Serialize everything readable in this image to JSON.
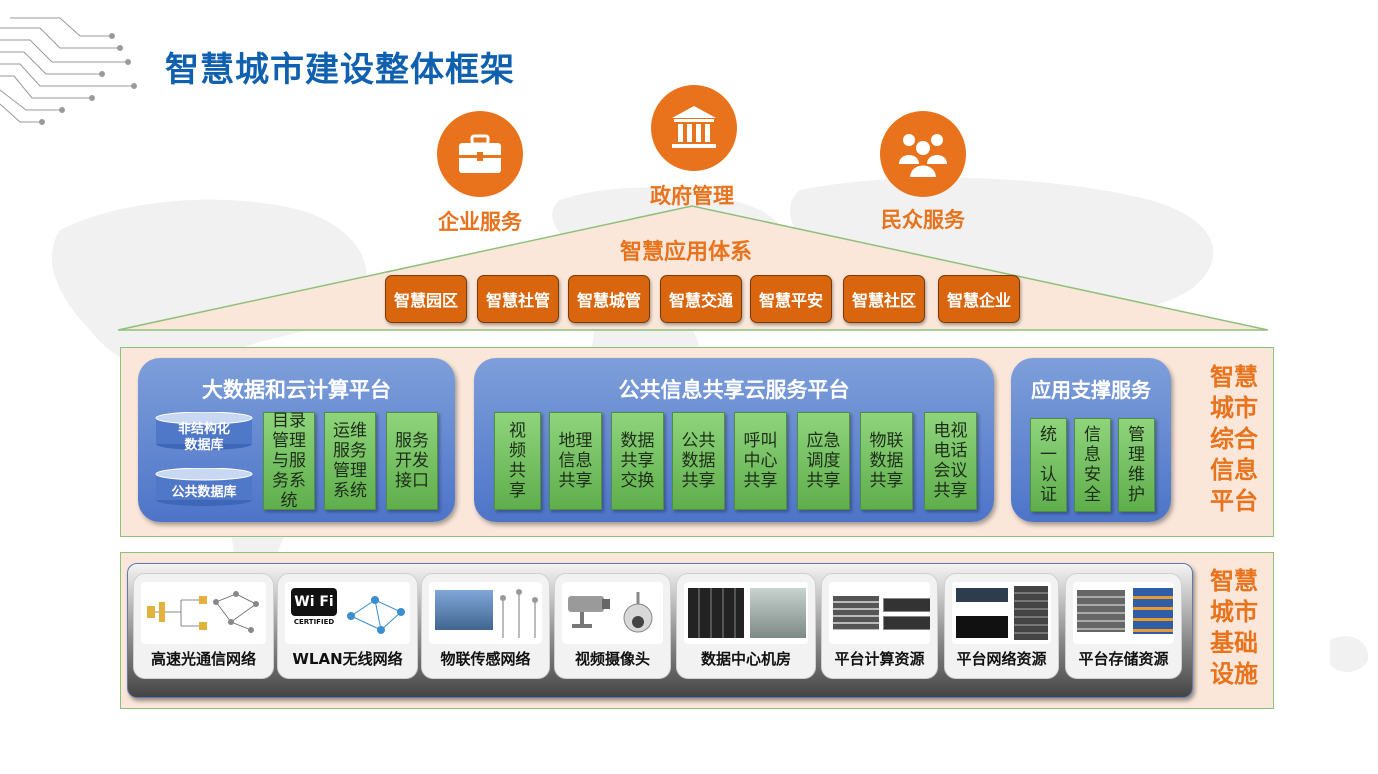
{
  "title": "智慧城市建设整体框架",
  "top_services": {
    "enterprise": "企业服务",
    "government": "政府管理",
    "citizen": "民众服务"
  },
  "app_system": {
    "title": "智慧应用体系",
    "items": [
      "智慧园区",
      "智慧社管",
      "智慧城管",
      "智慧交通",
      "智慧平安",
      "智慧社区",
      "智慧企业"
    ]
  },
  "info_platform": {
    "side_label": [
      "智慧",
      "城市",
      "综合",
      "信息",
      "平台"
    ],
    "bigdata": {
      "title": "大数据和云计算平台",
      "databases": [
        "非结构化\n数据库",
        "公共数据库"
      ],
      "boxes": [
        "目录\n管理\n与服\n务系\n统",
        "运维\n服务\n管理\n系统",
        "服务\n开发\n接口"
      ]
    },
    "sharing": {
      "title": "公共信息共享云服务平台",
      "boxes": [
        "视\n频\n共\n享",
        "地理\n信息\n共享",
        "数据\n共享\n交换",
        "公共\n数据\n共享",
        "呼叫\n中心\n共享",
        "应急\n调度\n共享",
        "物联\n数据\n共享",
        "电视\n电话\n会议\n共享"
      ]
    },
    "support": {
      "title": "应用支撑服务",
      "boxes": [
        "统\n一\n认\n证",
        "信\n息\n安\n全",
        "管\n理\n维\n护"
      ]
    }
  },
  "infrastructure": {
    "side_label": [
      "智慧",
      "城市",
      "基础",
      "设施"
    ],
    "items": [
      "高速光通信网络",
      "WLAN无线网络",
      "物联传感网络",
      "视频摄像头",
      "数据中心机房",
      "平台计算资源",
      "平台网络资源",
      "平台存储资源"
    ],
    "wifi_logo": {
      "brand": "Wi Fi",
      "subtitle": "CERTIFIED"
    }
  },
  "colors": {
    "title_blue": "#1060b0",
    "accent_orange": "#e8731c",
    "button_orange": "#d9660e",
    "panel_fill": "#fbe7da",
    "panel_border": "#8fc07a",
    "box_green": "#6cbb58",
    "platform_blue": "#5b7fcc"
  },
  "icons": {
    "enterprise": "briefcase-icon",
    "government": "bank-building-icon",
    "citizen": "people-group-icon"
  }
}
